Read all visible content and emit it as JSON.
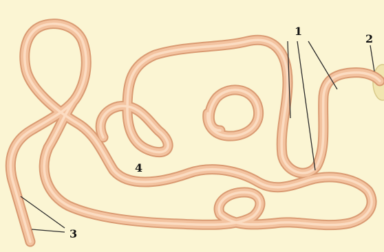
{
  "labels": {
    "one": "1",
    "two": "2",
    "three": "3",
    "four": "4"
  },
  "colors": {
    "background": "#fbf5d3",
    "tube_outline": "#d99a72",
    "tube_body": "#f3c3a0",
    "tube_highlight": "#fde1c8",
    "bulb": "#f1e6b0",
    "leader": "#2a2a2a"
  }
}
